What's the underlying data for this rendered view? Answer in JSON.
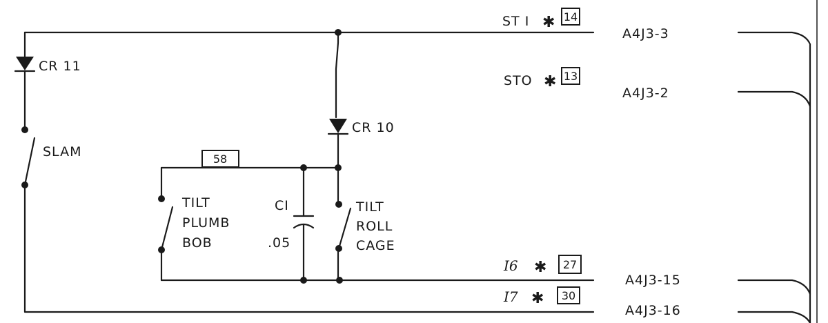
{
  "components": {
    "cr11": "CR 11",
    "cr10": "CR 10",
    "slam": "SLAM",
    "tilt_plumb_bob": [
      "TILT",
      "PLUMB",
      "BOB"
    ],
    "tilt_roll_cage": [
      "TILT",
      "ROLL",
      "CAGE"
    ],
    "c1_name": "CI",
    "c1_value": ".05"
  },
  "signals": {
    "st1": {
      "label": "ST I",
      "mark": "✱",
      "tag": "14"
    },
    "st0": {
      "label": "STO",
      "mark": "✱",
      "tag": "13"
    },
    "i6": {
      "label": "I6",
      "mark": "✱",
      "tag": "27"
    },
    "i7": {
      "label": "I7",
      "mark": "✱",
      "tag": "30"
    },
    "node_tag": "58"
  },
  "connectors": {
    "a4j3_3": "A4J3-3",
    "a4j3_2": "A4J3-2",
    "a4j3_15": "A4J3-15",
    "a4j3_16": "A4J3-16"
  }
}
